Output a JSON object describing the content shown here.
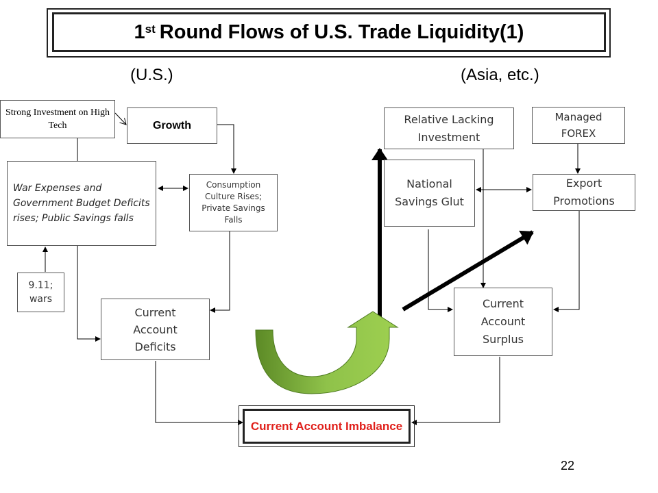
{
  "title": {
    "pre": "1",
    "sup": "st",
    "text": "Round Flows of U.S. Trade Liquidity(1)"
  },
  "regions": {
    "us": "(U.S.)",
    "asia": "(Asia, etc.)"
  },
  "us_side": {
    "strong_investment": "Strong Investment on High Tech",
    "growth": "Growth",
    "war_expenses": "War Expenses and Government Budget Deficits rises; Public Savings falls",
    "consumption": "Consumption Culture Rises; Private Savings Falls",
    "wars": "9.11; wars",
    "current_account_deficits": "Current Account Deficits"
  },
  "asia_side": {
    "relative_lacking": "Relative Lacking Investment",
    "managed_forex": "Managed FOREX",
    "national_savings": "National Savings Glut",
    "export_promotions": "Export Promotions",
    "current_account_surplus": "Current Account Surplus"
  },
  "center": {
    "imbalance": "Current Account Imbalance"
  },
  "page_number": "22",
  "colors": {
    "imbalance_text": "#e0201b",
    "curved_arrow": "#7ab23a"
  }
}
